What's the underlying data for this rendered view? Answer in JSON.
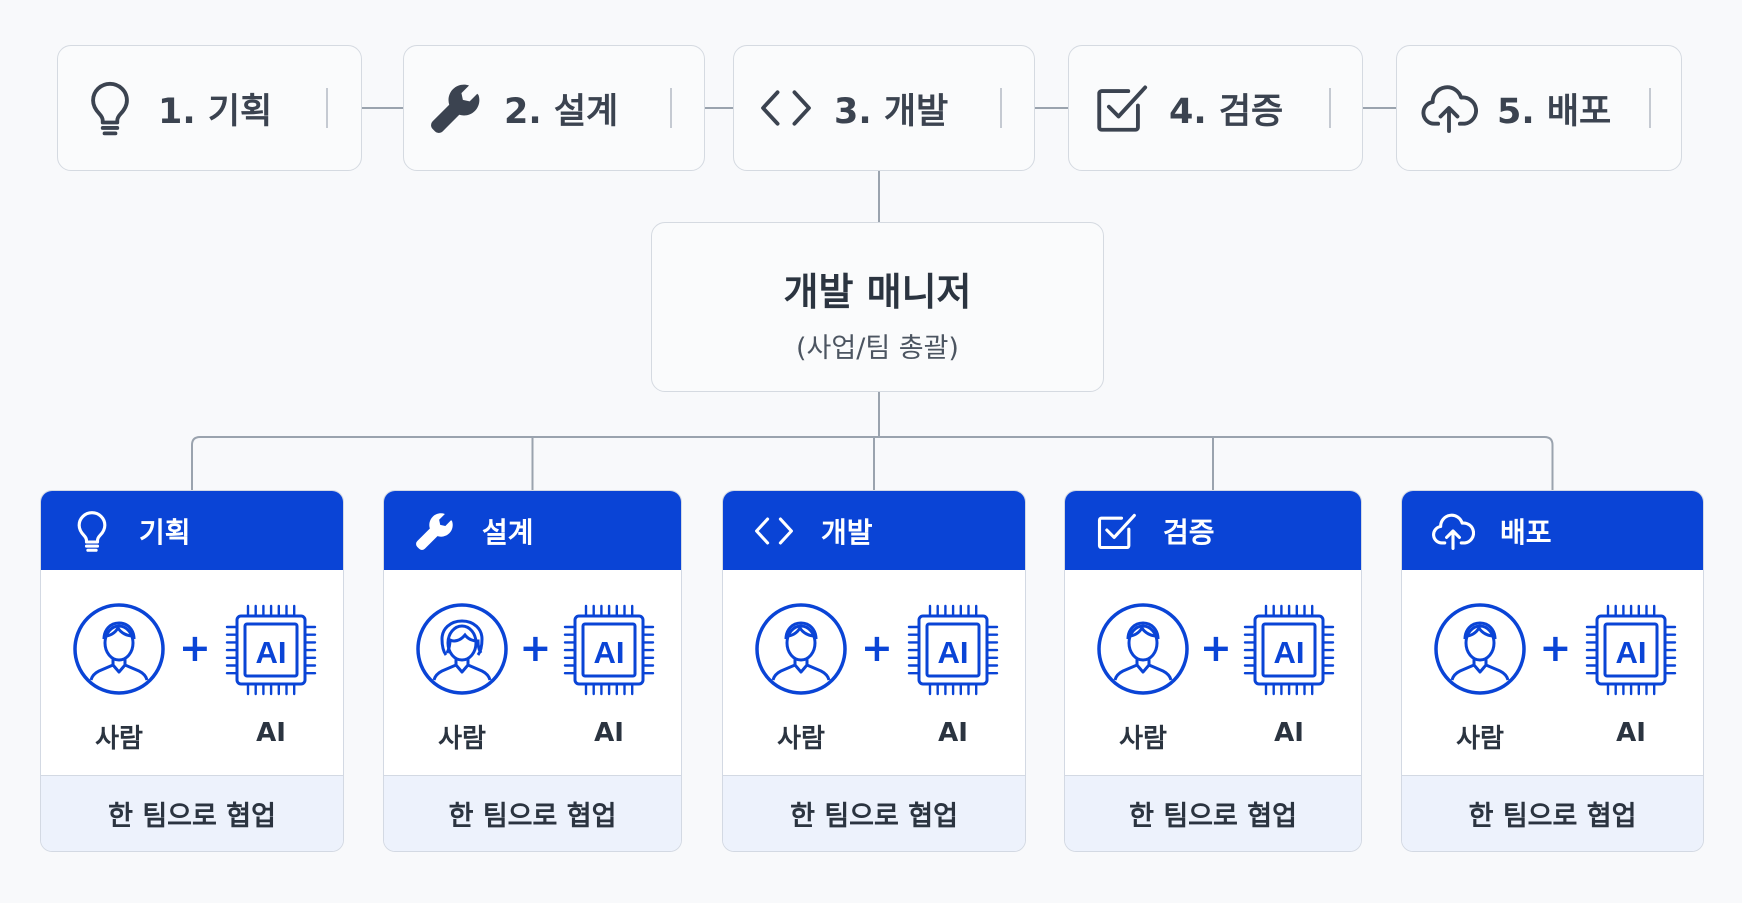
{
  "stages": [
    {
      "label": "1. 기획",
      "icon": "lightbulb-icon"
    },
    {
      "label": "2. 설계",
      "icon": "wrench-icon"
    },
    {
      "label": "3. 개발",
      "icon": "code-icon"
    },
    {
      "label": "4. 검증",
      "icon": "checkbox-icon"
    },
    {
      "label": "5. 배포",
      "icon": "cloud-upload-icon"
    }
  ],
  "manager": {
    "title": "개발 매니저",
    "subtitle": "(사업/팀 총괄)"
  },
  "teams": [
    {
      "title": "기획",
      "icon": "lightbulb-icon",
      "human_label": "사람",
      "ai_label": "AI",
      "plus": "+",
      "ai_chip": "AI",
      "footer": "한 팀으로 협업",
      "avatar": "male-avatar-icon"
    },
    {
      "title": "설계",
      "icon": "wrench-icon",
      "human_label": "사람",
      "ai_label": "AI",
      "plus": "+",
      "ai_chip": "AI",
      "footer": "한 팀으로 협업",
      "avatar": "female-avatar-icon"
    },
    {
      "title": "개발",
      "icon": "code-icon",
      "human_label": "사람",
      "ai_label": "AI",
      "plus": "+",
      "ai_chip": "AI",
      "footer": "한 팀으로 협업",
      "avatar": "male-avatar-icon"
    },
    {
      "title": "검증",
      "icon": "checkbox-icon",
      "human_label": "사람",
      "ai_label": "AI",
      "plus": "+",
      "ai_chip": "AI",
      "footer": "한 팀으로 협업",
      "avatar": "male-avatar-icon"
    },
    {
      "title": "배포",
      "icon": "cloud-upload-icon",
      "human_label": "사람",
      "ai_label": "AI",
      "plus": "+",
      "ai_chip": "AI",
      "footer": "한 팀으로 협업",
      "avatar": "male-avatar-icon"
    }
  ],
  "colors": {
    "accent": "#0a44d6",
    "stage_icon": "#3b4350",
    "connector": "#9aa3ae",
    "footer_bg": "#edf2fc"
  }
}
